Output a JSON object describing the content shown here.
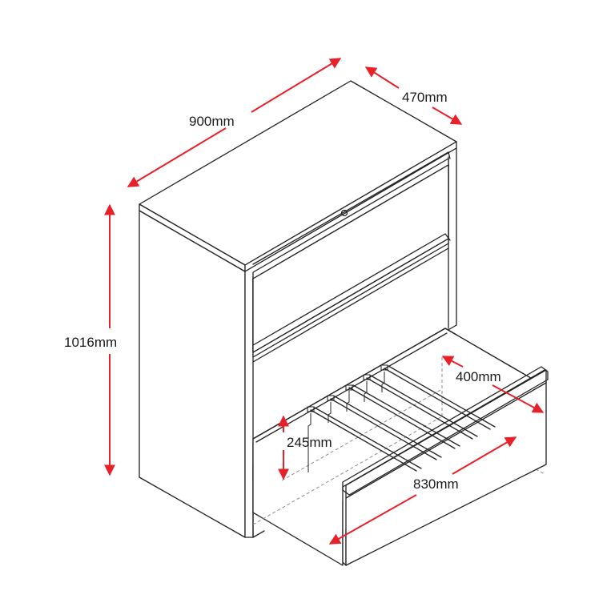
{
  "figure": {
    "subject": "lateral filing cabinet, 3 drawers, bottom drawer open",
    "colors": {
      "line": "#222222",
      "dimension": "#e8202a",
      "hidden_line": "#8a8a8a",
      "background": "#ffffff"
    }
  },
  "dimensions": {
    "width": {
      "label": "900mm"
    },
    "depth": {
      "label": "470mm"
    },
    "height": {
      "label": "1016mm"
    },
    "drawer_depth": {
      "label": "400mm"
    },
    "drawer_height": {
      "label": "245mm"
    },
    "drawer_width": {
      "label": "830mm"
    }
  }
}
